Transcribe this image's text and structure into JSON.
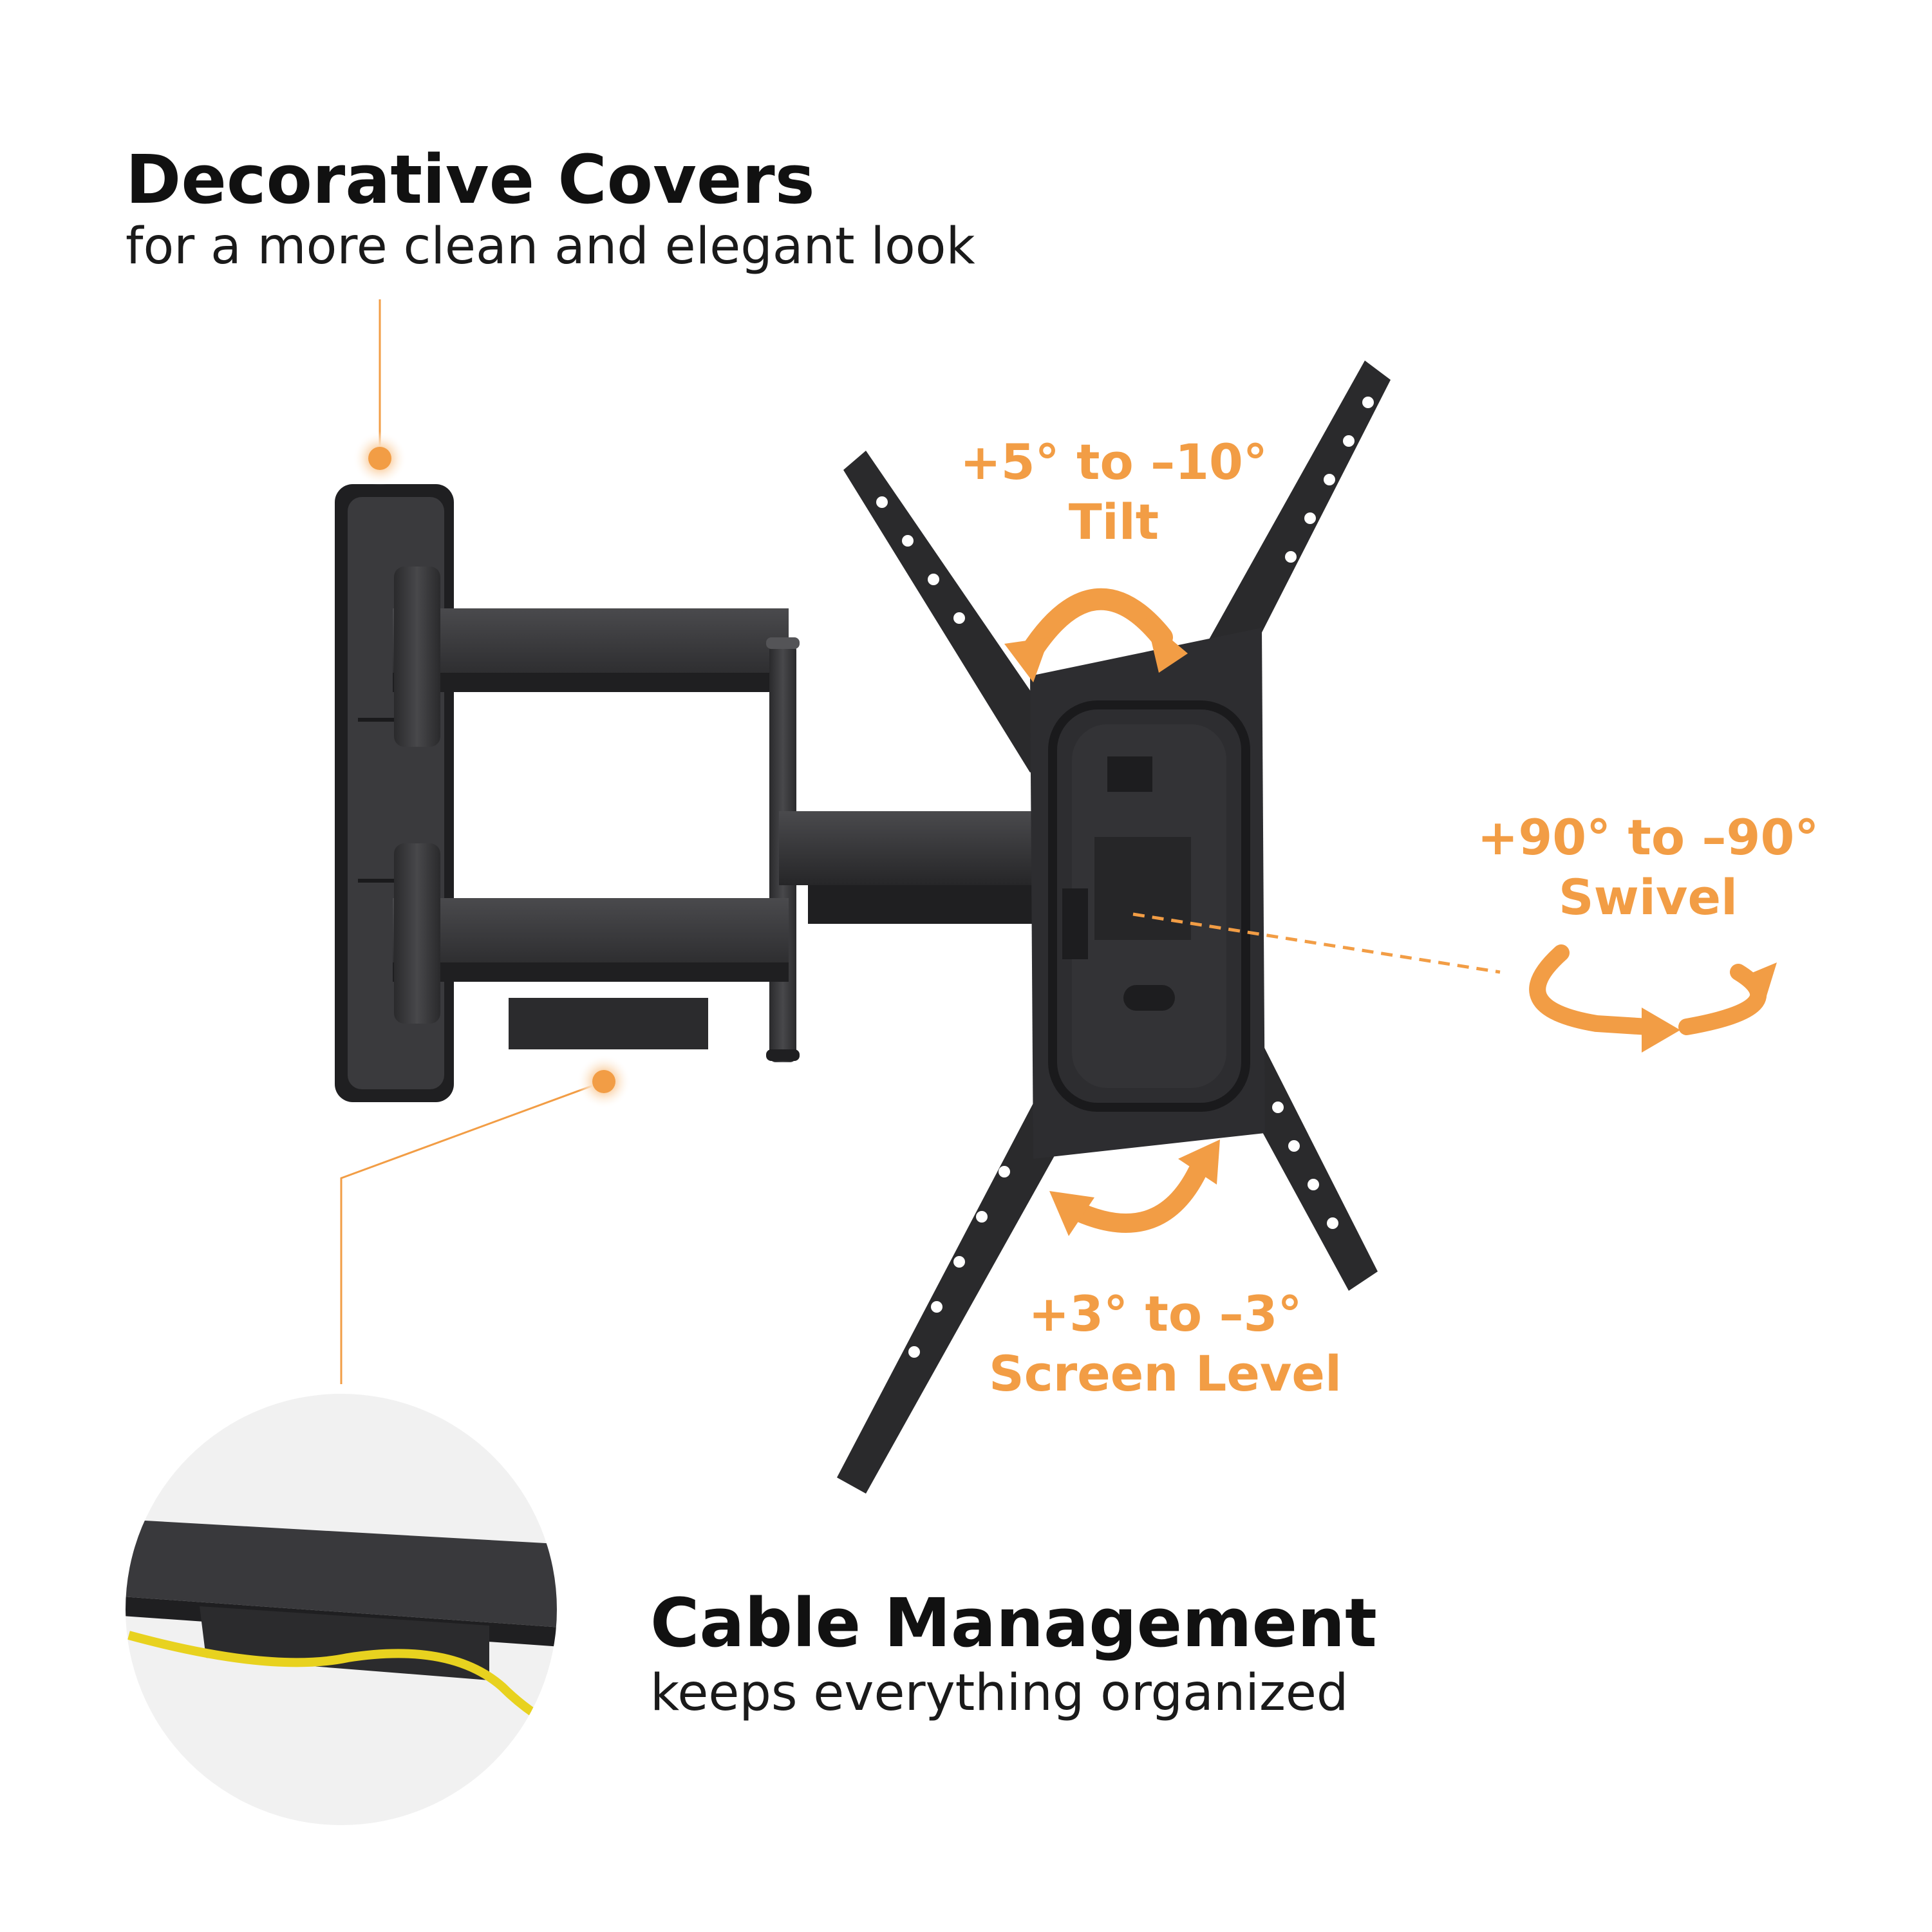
{
  "colors": {
    "accent": "#f29d45",
    "accent_glow": "#fbdcbb",
    "metal": "#2f2f31",
    "metal_light": "#49494c",
    "zoom_circle_bg": "#f1f1f1",
    "cable": "#e8d21f"
  },
  "icons": [
    "tilt-arrows-icon",
    "swivel-arrows-icon",
    "level-arrows-icon",
    "callout-dot-icon"
  ],
  "decorative_covers": {
    "title": "Decorative Covers",
    "subtitle": "for a more clean and elegant look"
  },
  "cable_management": {
    "title": "Cable Management",
    "subtitle": "keeps everything organized"
  },
  "tilt": {
    "range": "+5° to –10°",
    "label": "Tilt"
  },
  "swivel": {
    "range": "+90° to –90°",
    "label": "Swivel"
  },
  "screen_level": {
    "range": "+3° to –3°",
    "label": "Screen Level"
  }
}
